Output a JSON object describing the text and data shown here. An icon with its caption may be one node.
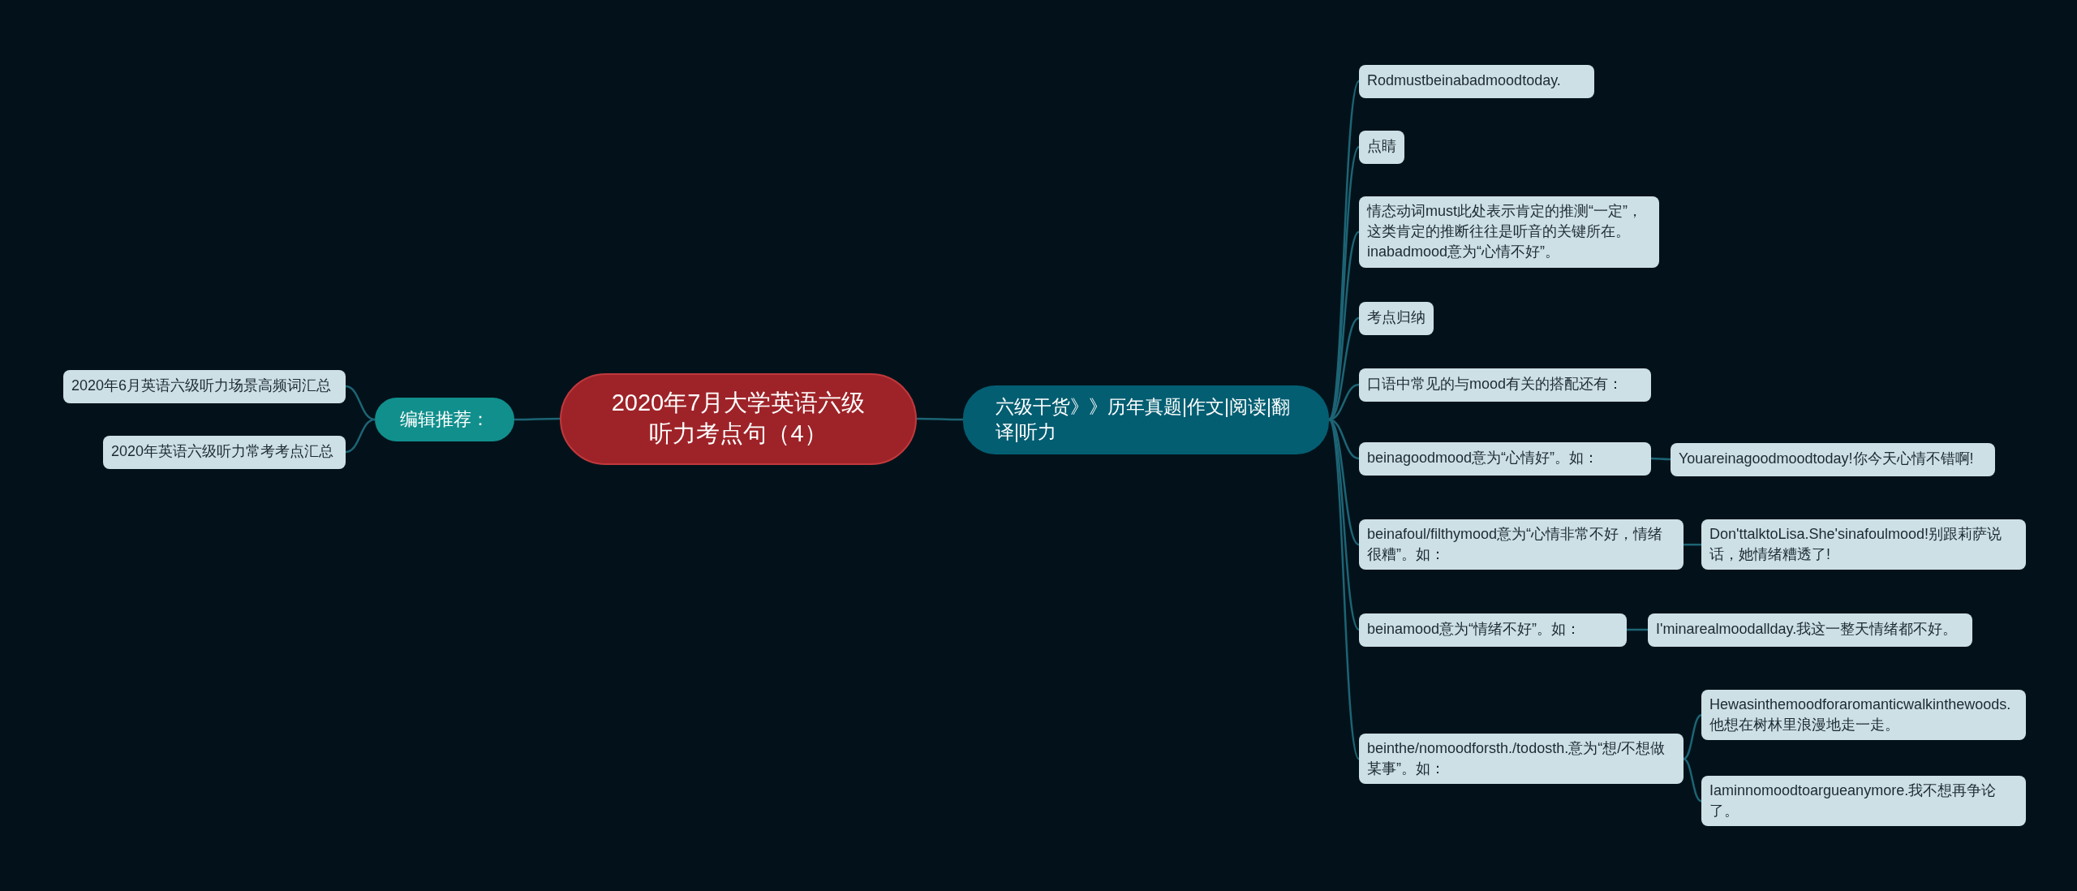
{
  "diagram": {
    "nodes": [
      {
        "text": [
          "2020年7月大学英语六级听力考点句（4）"
        ]
      },
      {
        "text": [
          "编辑推荐："
        ]
      },
      {
        "text": [
          "2020年6月英语六级听力场景高频词汇总"
        ]
      },
      {
        "text": [
          "2020年英语六级听力常考考点汇总"
        ]
      },
      {
        "text": [
          "六级干货》》历年真题|作文|阅读|翻译|听力"
        ]
      },
      {
        "text": [
          "Rodmustbeinabadmoodtoday."
        ]
      },
      {
        "text": [
          "点睛"
        ]
      },
      {
        "text": [
          "情态动词must此处表示肯定的推测“一定”，这类肯定的推断往往是听音的关键所在。inabadmood意为“心情不好”。"
        ]
      },
      {
        "text": [
          "考点归纳"
        ]
      },
      {
        "text": [
          "口语中常见的与mood有关的搭配还有："
        ]
      },
      {
        "text": [
          "beinagoodmood意为“心情好”。如："
        ]
      },
      {
        "text": [
          "Youareinagoodmoodtoday!你今天心情不错啊!"
        ]
      },
      {
        "text": [
          "beinafoul/filthymood意为“心情非常不好，情绪很糟”。如："
        ]
      },
      {
        "text": [
          "Don'ttalktoLisa.She'sinafoulmood!别跟莉萨说话，她情绪糟透了!"
        ]
      },
      {
        "text": [
          "beinamood意为“情绪不好”。如："
        ]
      },
      {
        "text": [
          "I'minarealmoodallday.我这一整天情绪都不好。"
        ]
      },
      {
        "text": [
          "beinthe/nomoodforsth./todosth.意为“想/不想做某事”。如："
        ]
      },
      {
        "text": [
          "Hewasinthemoodforaromanticwalkinthewoods.他想在树林里浪漫地走一走。"
        ]
      },
      {
        "text": [
          "Iaminnomoodtoargueanymore.我不想再争论了。"
        ]
      }
    ],
    "edges": [
      {
        "from": 0,
        "to": 1,
        "arrow": "none"
      },
      {
        "from": 1,
        "to": 2,
        "arrow": "none"
      },
      {
        "from": 1,
        "to": 3,
        "arrow": "none"
      },
      {
        "from": 0,
        "to": 4,
        "arrow": "none"
      },
      {
        "from": 4,
        "to": 5,
        "arrow": "none"
      },
      {
        "from": 4,
        "to": 6,
        "arrow": "none"
      },
      {
        "from": 4,
        "to": 7,
        "arrow": "none"
      },
      {
        "from": 4,
        "to": 8,
        "arrow": "none"
      },
      {
        "from": 4,
        "to": 9,
        "arrow": "none"
      },
      {
        "from": 4,
        "to": 10,
        "arrow": "none"
      },
      {
        "from": 10,
        "to": 11,
        "arrow": "none"
      },
      {
        "from": 4,
        "to": 12,
        "arrow": "none"
      },
      {
        "from": 12,
        "to": 13,
        "arrow": "none"
      },
      {
        "from": 4,
        "to": 14,
        "arrow": "none"
      },
      {
        "from": 14,
        "to": 15,
        "arrow": "none"
      },
      {
        "from": 4,
        "to": 16,
        "arrow": "none"
      },
      {
        "from": 16,
        "to": 17,
        "arrow": "none"
      },
      {
        "from": 16,
        "to": 18,
        "arrow": "none"
      }
    ]
  }
}
